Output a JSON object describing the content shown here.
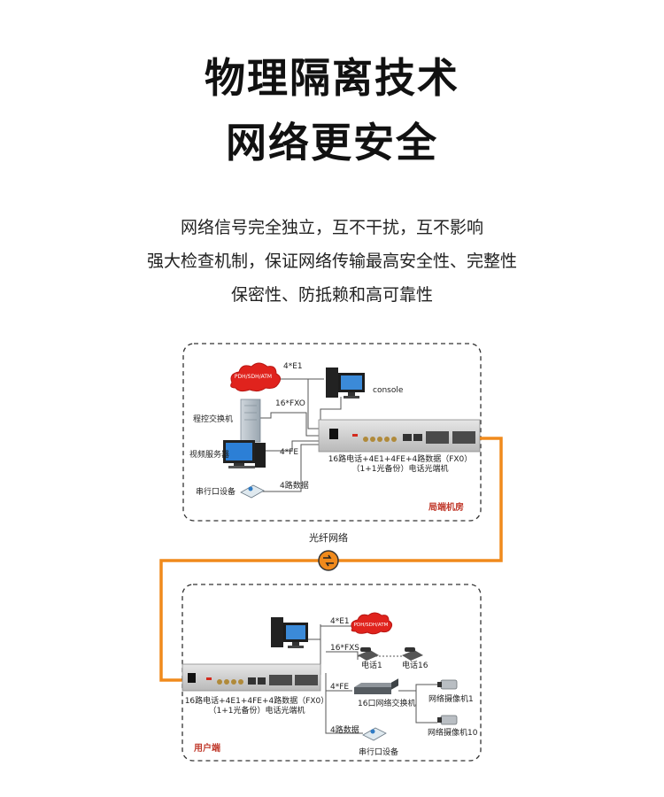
{
  "header": {
    "title_line1": "物理隔离技术",
    "title_line2": "网络更安全"
  },
  "description": [
    "网络信号完全独立，互不干扰，互不影响",
    "强大检查机制，保证网络传输最高安全性、完整性",
    "保密性、防抵赖和高可靠性"
  ],
  "central_office": {
    "region_label": "局端机房",
    "cloud_label": "PDH/SDH/ATM",
    "e1_label": "4*E1",
    "fxo_label": "16*FXO",
    "fe_label": "4*FE",
    "data_label": "4路数据",
    "console_label": "console",
    "pbx_label": "程控交换机",
    "video_server_label": "视频服务器",
    "serial_label": "串行口设备",
    "device_caption_1": "16路电话+4E1+4FE+4路数据（FX0）",
    "device_caption_2": "（1+1光备份）电话光端机"
  },
  "fiber": {
    "label": "光纤网络",
    "color": "#f08a1c"
  },
  "user_end": {
    "region_label": "用户端",
    "cloud_label": "PDH/SDH/ATM",
    "e1_label": "4*E1",
    "fxs_label": "16*FXS",
    "fe_label": "4*FE",
    "data_label": "4路数据",
    "phone1_label": "电话1",
    "phone16_label": "电话16",
    "switch_label": "16口网络交换机",
    "camera1_label": "网络摄像机1",
    "camera10_label": "网络摄像机10",
    "serial_label": "串行口设备",
    "device_caption_1": "16路电话+4E1+4FE+4路数据（FX0）",
    "device_caption_2": "（1+1光备份）电话光端机"
  }
}
